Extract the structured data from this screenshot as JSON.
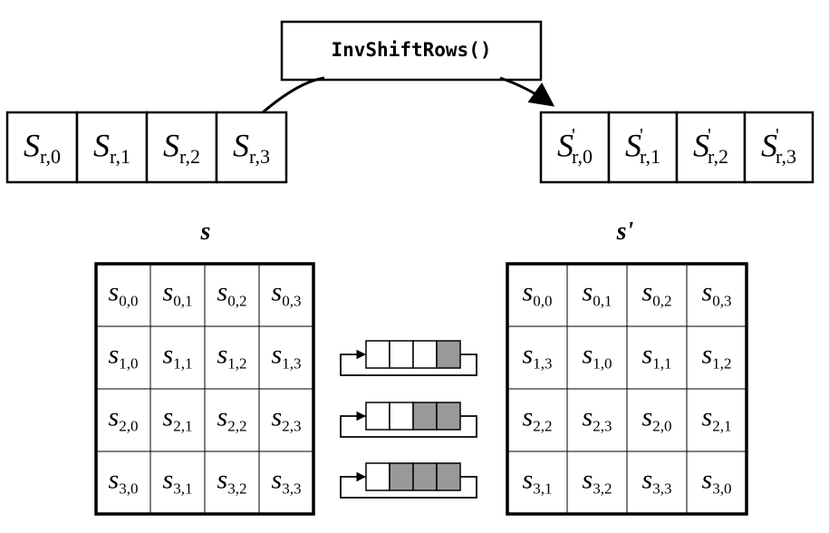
{
  "operation": {
    "label": "InvShiftRows()"
  },
  "row_before": {
    "cells": [
      {
        "base": "S",
        "sub": "r,0"
      },
      {
        "base": "S",
        "sub": "r,1"
      },
      {
        "base": "S",
        "sub": "r,2"
      },
      {
        "base": "S",
        "sub": "r,3"
      }
    ]
  },
  "row_after": {
    "cells": [
      {
        "base": "S",
        "prime": "'",
        "sub": "r,0"
      },
      {
        "base": "S",
        "prime": "'",
        "sub": "r,1"
      },
      {
        "base": "S",
        "prime": "'",
        "sub": "r,2"
      },
      {
        "base": "S",
        "prime": "'",
        "sub": "r,3"
      }
    ]
  },
  "state_in": {
    "label": "s",
    "rows": [
      [
        "0,0",
        "0,1",
        "0,2",
        "0,3"
      ],
      [
        "1,0",
        "1,1",
        "1,2",
        "1,3"
      ],
      [
        "2,0",
        "2,1",
        "2,2",
        "2,3"
      ],
      [
        "3,0",
        "3,1",
        "3,2",
        "3,3"
      ]
    ]
  },
  "state_out": {
    "label": "s'",
    "rows": [
      [
        "0,0",
        "0,1",
        "0,2",
        "0,3"
      ],
      [
        "1,3",
        "1,0",
        "1,1",
        "1,2"
      ],
      [
        "2,2",
        "2,3",
        "2,0",
        "2,1"
      ],
      [
        "3,1",
        "3,2",
        "3,3",
        "3,0"
      ]
    ]
  },
  "cell_base": "s",
  "shift_registers": [
    {
      "row": 1,
      "shaded_cells": 1,
      "total_cells": 4
    },
    {
      "row": 2,
      "shaded_cells": 2,
      "total_cells": 4
    },
    {
      "row": 3,
      "shaded_cells": 3,
      "total_cells": 4
    }
  ],
  "colors": {
    "stroke": "#000000",
    "shade": "#999999",
    "background": "#ffffff"
  }
}
